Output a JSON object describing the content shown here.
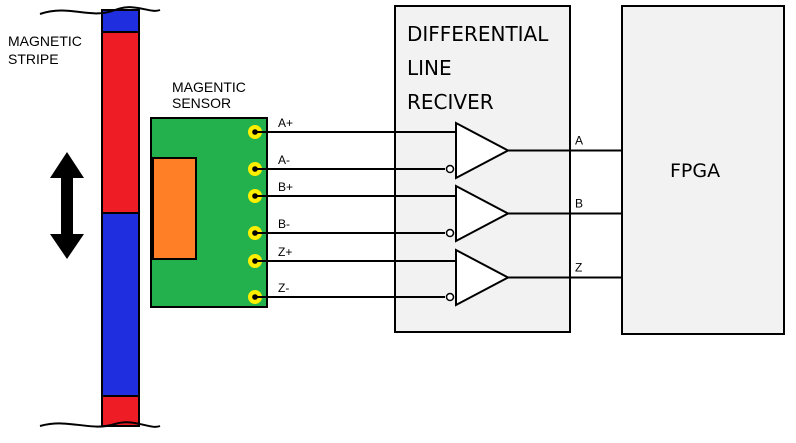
{
  "stripe_label": [
    "MAGNETIC",
    "STRIPE"
  ],
  "sensor_label": [
    "MAGENTIC",
    "SENSOR"
  ],
  "receiver_label": [
    "DIFFERENTIAL",
    "LINE",
    "RECIVER"
  ],
  "fpga_label": "FPGA",
  "sensor_pins": [
    "A+",
    "A-",
    "B+",
    "B-",
    "Z+",
    "Z-"
  ],
  "outputs": [
    "A",
    "B",
    "Z"
  ],
  "colors": {
    "stripe_blue": "#1f2fe0",
    "stripe_red": "#ee1c25",
    "sensor_board": "#22b14c",
    "sensor_element": "#ff7f27",
    "pin_ring": "#ffee00",
    "box_fill": "#f2f2f2"
  }
}
